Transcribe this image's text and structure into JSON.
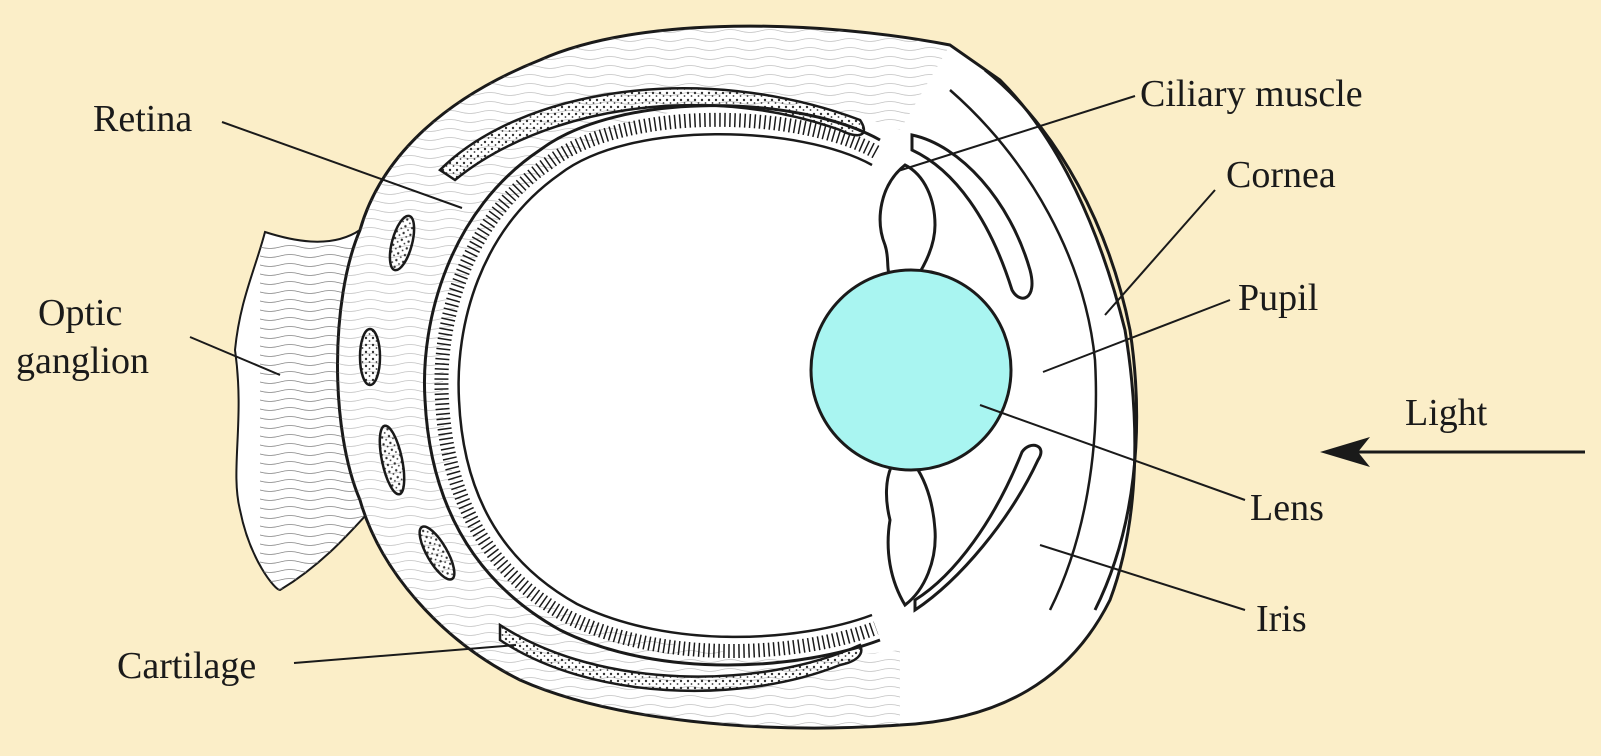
{
  "colors": {
    "background": "#fbeec8",
    "lens": "#a9f5f1",
    "outline": "#1a1a1a",
    "interior": "#ffffff"
  },
  "labels": {
    "retina": "Retina",
    "optic_line1": "Optic",
    "optic_line2": "ganglion",
    "cartilage": "Cartilage",
    "ciliary_muscle": "Ciliary muscle",
    "cornea": "Cornea",
    "pupil": "Pupil",
    "light": "Light",
    "lens": "Lens",
    "iris": "Iris"
  }
}
